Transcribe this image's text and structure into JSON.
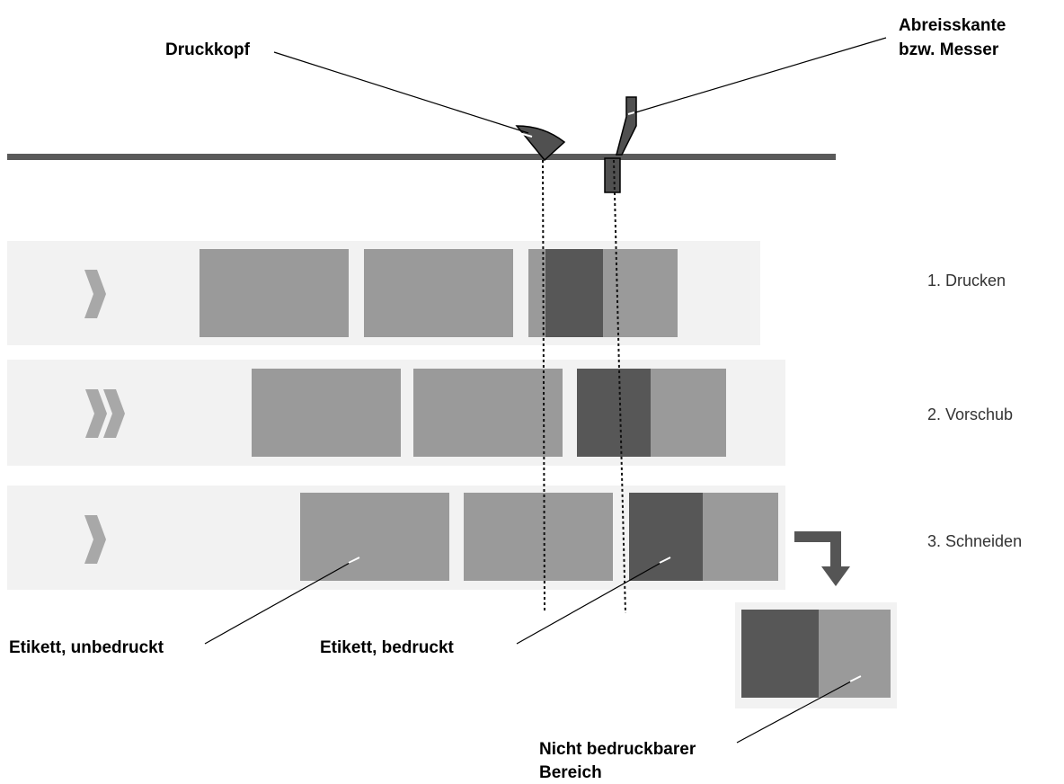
{
  "callouts": {
    "print_head": "Druckkopf",
    "tear_edge_line1": "Abreisskante",
    "tear_edge_line2": "bzw. Messer",
    "label_unprinted": "Etikett, unbedruckt",
    "label_printed": "Etikett, bedruckt",
    "non_printable_line1": "Nicht bedruckbarer",
    "non_printable_line2": "Bereich"
  },
  "steps": [
    {
      "label": "1. Drucken",
      "arrow": "single"
    },
    {
      "label": "2. Vorschub",
      "arrow": "double"
    },
    {
      "label": "3. Schneiden",
      "arrow": "single"
    }
  ],
  "colors": {
    "label": "#9a9a9a",
    "printed": "#575757",
    "strip": "#f2f2f2",
    "rail": "#5a5a5a",
    "head": "#505050",
    "arrow": "#a8a8a8",
    "turn_arrow": "#555555"
  }
}
